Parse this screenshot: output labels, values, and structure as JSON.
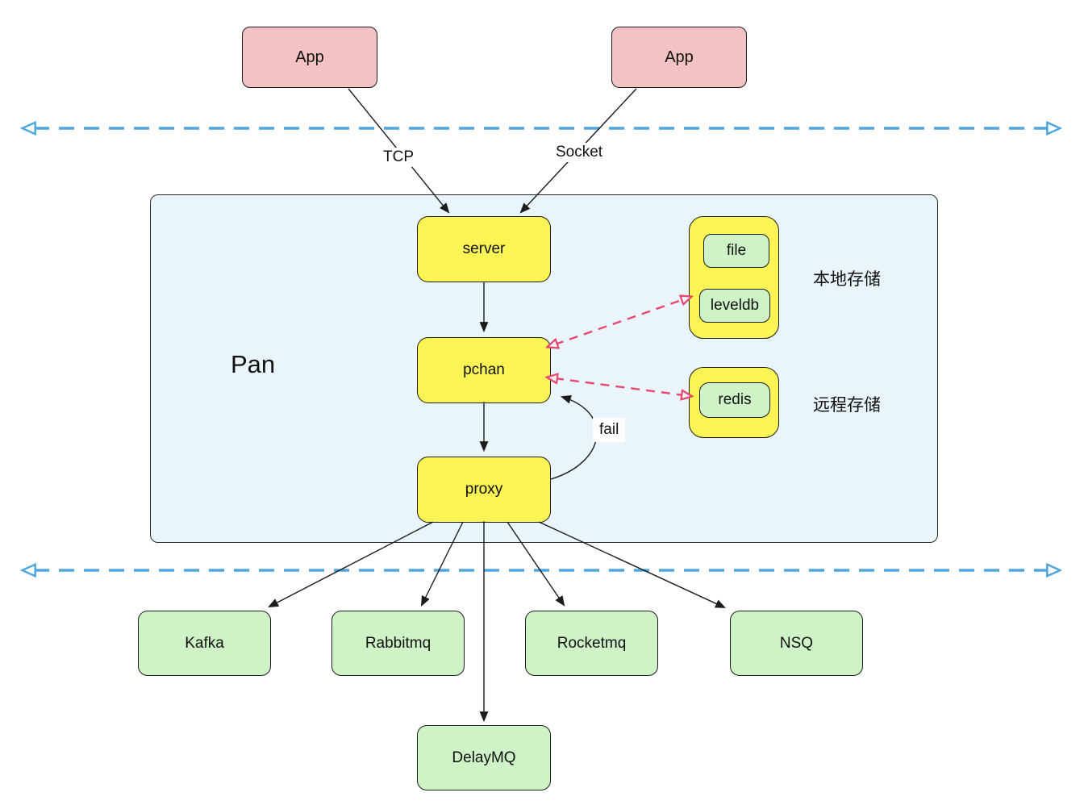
{
  "diagram": {
    "apps": [
      {
        "label": "App"
      },
      {
        "label": "App"
      }
    ],
    "edges": {
      "tcp_label": "TCP",
      "socket_label": "Socket",
      "fail_label": "fail"
    },
    "pan": {
      "title": "Pan",
      "nodes": [
        {
          "label": "server"
        },
        {
          "label": "pchan"
        },
        {
          "label": "proxy"
        }
      ]
    },
    "storage": {
      "local": {
        "caption": "本地存储",
        "items": [
          {
            "label": "file"
          },
          {
            "label": "leveldb"
          }
        ]
      },
      "remote": {
        "caption": "远程存储",
        "items": [
          {
            "label": "redis"
          }
        ]
      }
    },
    "queues": [
      {
        "label": "Kafka"
      },
      {
        "label": "Rabbitmq"
      },
      {
        "label": "Rocketmq"
      },
      {
        "label": "NSQ"
      },
      {
        "label": "DelayMQ"
      }
    ],
    "colors": {
      "app_fill": "#F3C2C2",
      "node_fill": "#FBF455",
      "storage_item_fill": "#CEF3C6",
      "queue_fill": "#CEF3C6",
      "pan_fill": "#E9F5FB",
      "boundary_dash_blue": "#4FA5DE",
      "storage_dash_red": "#E8486E",
      "line_black": "#1c1c1c"
    }
  }
}
